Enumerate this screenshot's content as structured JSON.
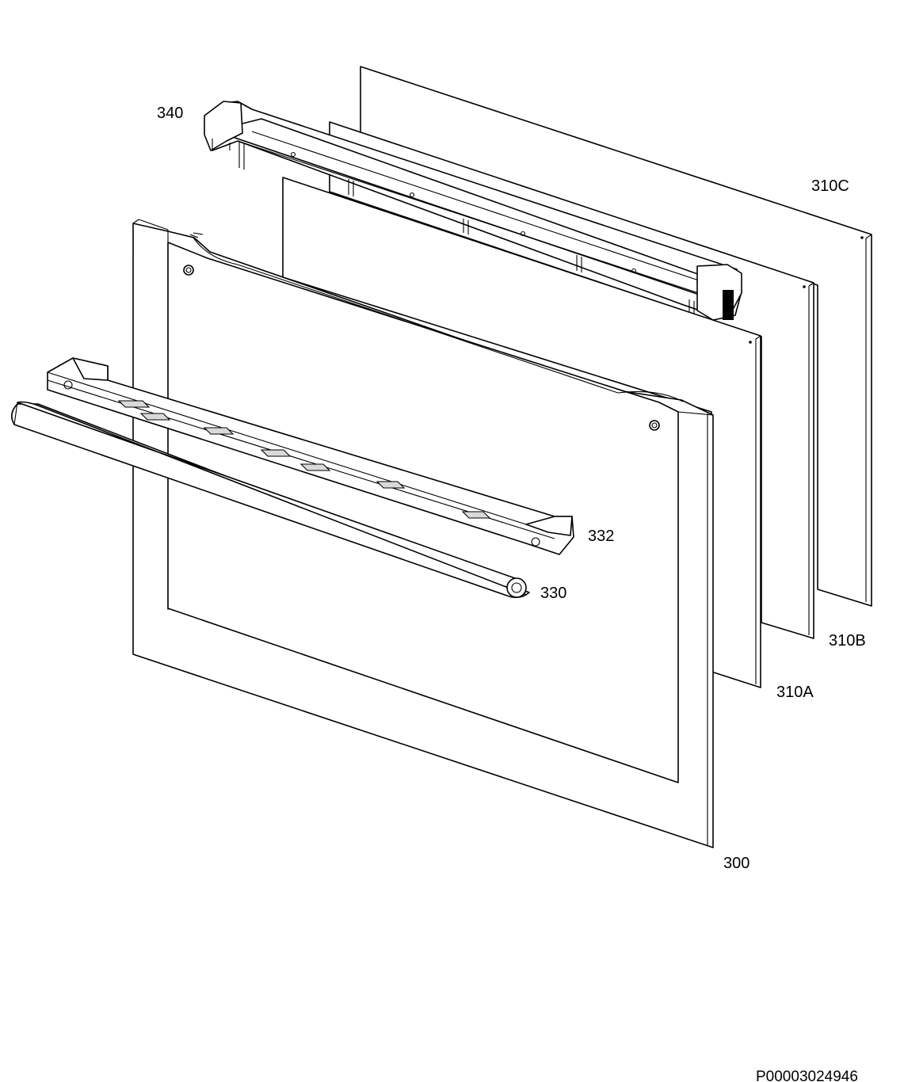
{
  "labels": {
    "p340": "340",
    "p310c": "310C",
    "p332": "332",
    "p330": "330",
    "p310b": "310B",
    "p310a": "310A",
    "p300": "300"
  },
  "document_code": "P00003024946"
}
